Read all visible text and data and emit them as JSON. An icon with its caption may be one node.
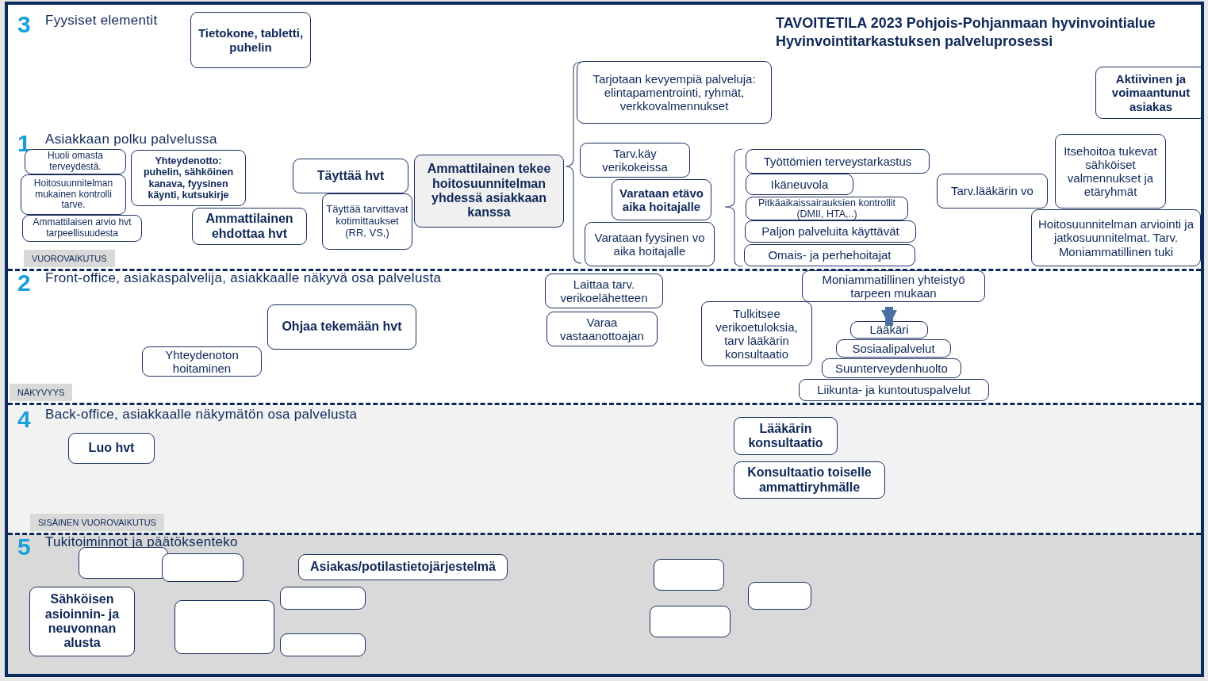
{
  "diagram": {
    "title": "TAVOITETILA 2023 Pohjois-Pohjanmaan hyvinvointialue Hyvinvointitarkastuksen palveluprosessi",
    "nodes": [
      {
        "text": [
          "Tietokone, tabletti, puhelin"
        ]
      },
      {
        "text": [
          "Tarjotaan kevyempiä palveluja: elintapamentrointi, ryhmät, verkkovalmennukset"
        ]
      },
      {
        "text": [
          "Aktiivinen ja voimaantunut asiakas"
        ]
      },
      {
        "text": [
          "Huoli omasta terveydestä."
        ]
      },
      {
        "text": [
          "Hoitosuunnitelman mukainen kontrolli tarve."
        ]
      },
      {
        "text": [
          "Ammattilaisen arvio hvt tarpeellisuudesta"
        ]
      },
      {
        "text": [
          "Yhteydenotto: puhelin, sähköinen kanava, fyysinen käynti, kutsukirje"
        ]
      },
      {
        "text": [
          "Täyttää hvt"
        ]
      },
      {
        "text": [
          "Täyttää tarvittavat kotimittaukset (RR, VS,)"
        ]
      },
      {
        "text": [
          "Ammattilainen ehdottaa hvt"
        ]
      },
      {
        "text": [
          "Ammattilainen tekee hoitosuunnitelman yhdessä asiakkaan kanssa"
        ]
      },
      {
        "text": [
          "Tarv.käy verikokeissa"
        ]
      },
      {
        "text": [
          "Varataan etävo aika hoitajalle"
        ]
      },
      {
        "text": [
          "Varataan fyysinen vo aika hoitajalle"
        ]
      },
      {
        "text": [
          "Työttömien terveystarkastus"
        ]
      },
      {
        "text": [
          "Ikäneuvola"
        ]
      },
      {
        "text": [
          "Pitkäaikaissairauksien kontrollit (DMII, HTA,..)"
        ]
      },
      {
        "text": [
          "Paljon palveluita käyttävät"
        ]
      },
      {
        "text": [
          "Omais- ja perhehoitajat"
        ]
      },
      {
        "text": [
          "Tarv.lääkärin vo"
        ]
      },
      {
        "text": [
          "Itsehoitoa tukevat sähköiset valmennukset ja etäryhmät"
        ]
      },
      {
        "text": [
          "Hoitosuunnitelman arviointi ja jatkosuunnitelmat. Tarv. Moniammatillinen tuki"
        ]
      },
      {
        "text": [
          "Laittaa tarv. verikoelähetteen"
        ]
      },
      {
        "text": [
          "Varaa vastaanottoajan"
        ]
      },
      {
        "text": [
          "Ohjaa tekemään hvt"
        ]
      },
      {
        "text": [
          "Yhteydenoton hoitaminen"
        ]
      },
      {
        "text": [
          "Tulkitsee verikoetuloksia, tarv lääkärin konsultaatio"
        ]
      },
      {
        "text": [
          "Moniammatillinen yhteistyö tarpeen mukaan"
        ]
      },
      {
        "text": [
          "Lääkäri"
        ]
      },
      {
        "text": [
          "Sosiaalipalvelut"
        ]
      },
      {
        "text": [
          "Suunterveydenhuolto"
        ]
      },
      {
        "text": [
          "Liikunta- ja kuntoutuspalvelut"
        ]
      },
      {
        "text": [
          "Luo hvt"
        ]
      },
      {
        "text": [
          "Lääkärin konsultaatio"
        ]
      },
      {
        "text": [
          "Konsultaatio toiselle ammattiryhmälle"
        ]
      },
      {
        "text": [],
        "shape": "box"
      },
      {
        "text": [],
        "shape": "box"
      },
      {
        "text": [
          "Asiakas/potilastietojärjestelmä"
        ]
      },
      {
        "text": [
          "Sähköisen asioinnin- ja neuvonnan alusta"
        ]
      },
      {
        "text": [],
        "shape": "box"
      },
      {
        "text": [],
        "shape": "box"
      },
      {
        "text": [],
        "shape": "box"
      },
      {
        "text": [],
        "shape": "box"
      },
      {
        "text": [],
        "shape": "box"
      },
      {
        "text": [],
        "shape": "box"
      }
    ],
    "edges": [
      {
        "from": 27,
        "to": 28,
        "arrow": "to",
        "color": "#4a6fa5"
      }
    ],
    "labels": [
      "3",
      "Fyysiset elementit",
      "1",
      "Asiakkaan polku palvelussa",
      "VUOROVAIKUTUS",
      "2",
      "Front-office, asiakaspalvelija, asiakkaalle näkyvä osa palvelusta",
      "NÄKYVYYS",
      "4",
      "Back-office, asiakkaalle näkymätön osa palvelusta",
      "SISÄINEN VUOROVAIKUTUS",
      "5",
      "Tukitoiminnot ja päätöksenteko"
    ]
  }
}
